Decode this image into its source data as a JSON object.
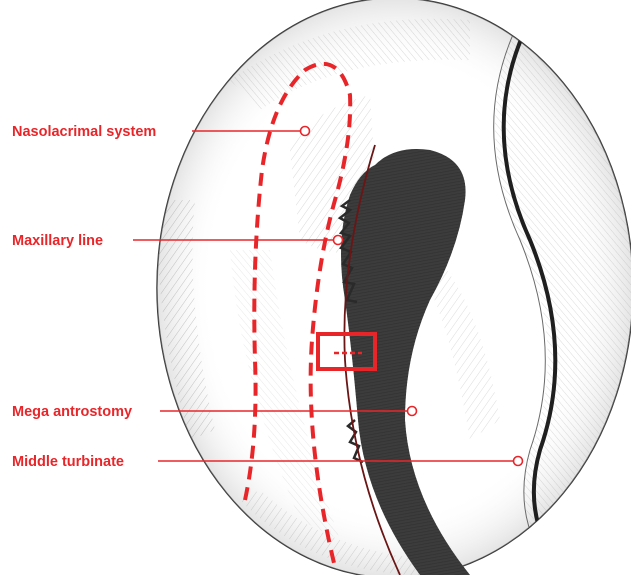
{
  "annotation_color": "#e8262a",
  "labels": [
    {
      "id": "nasolacrimal",
      "text": "Nasolacrimal system"
    },
    {
      "id": "maxillary",
      "text": "Maxillary line"
    },
    {
      "id": "antrostomy",
      "text": "Mega antrostomy"
    },
    {
      "id": "turbinate",
      "text": "Middle turbinate"
    }
  ]
}
